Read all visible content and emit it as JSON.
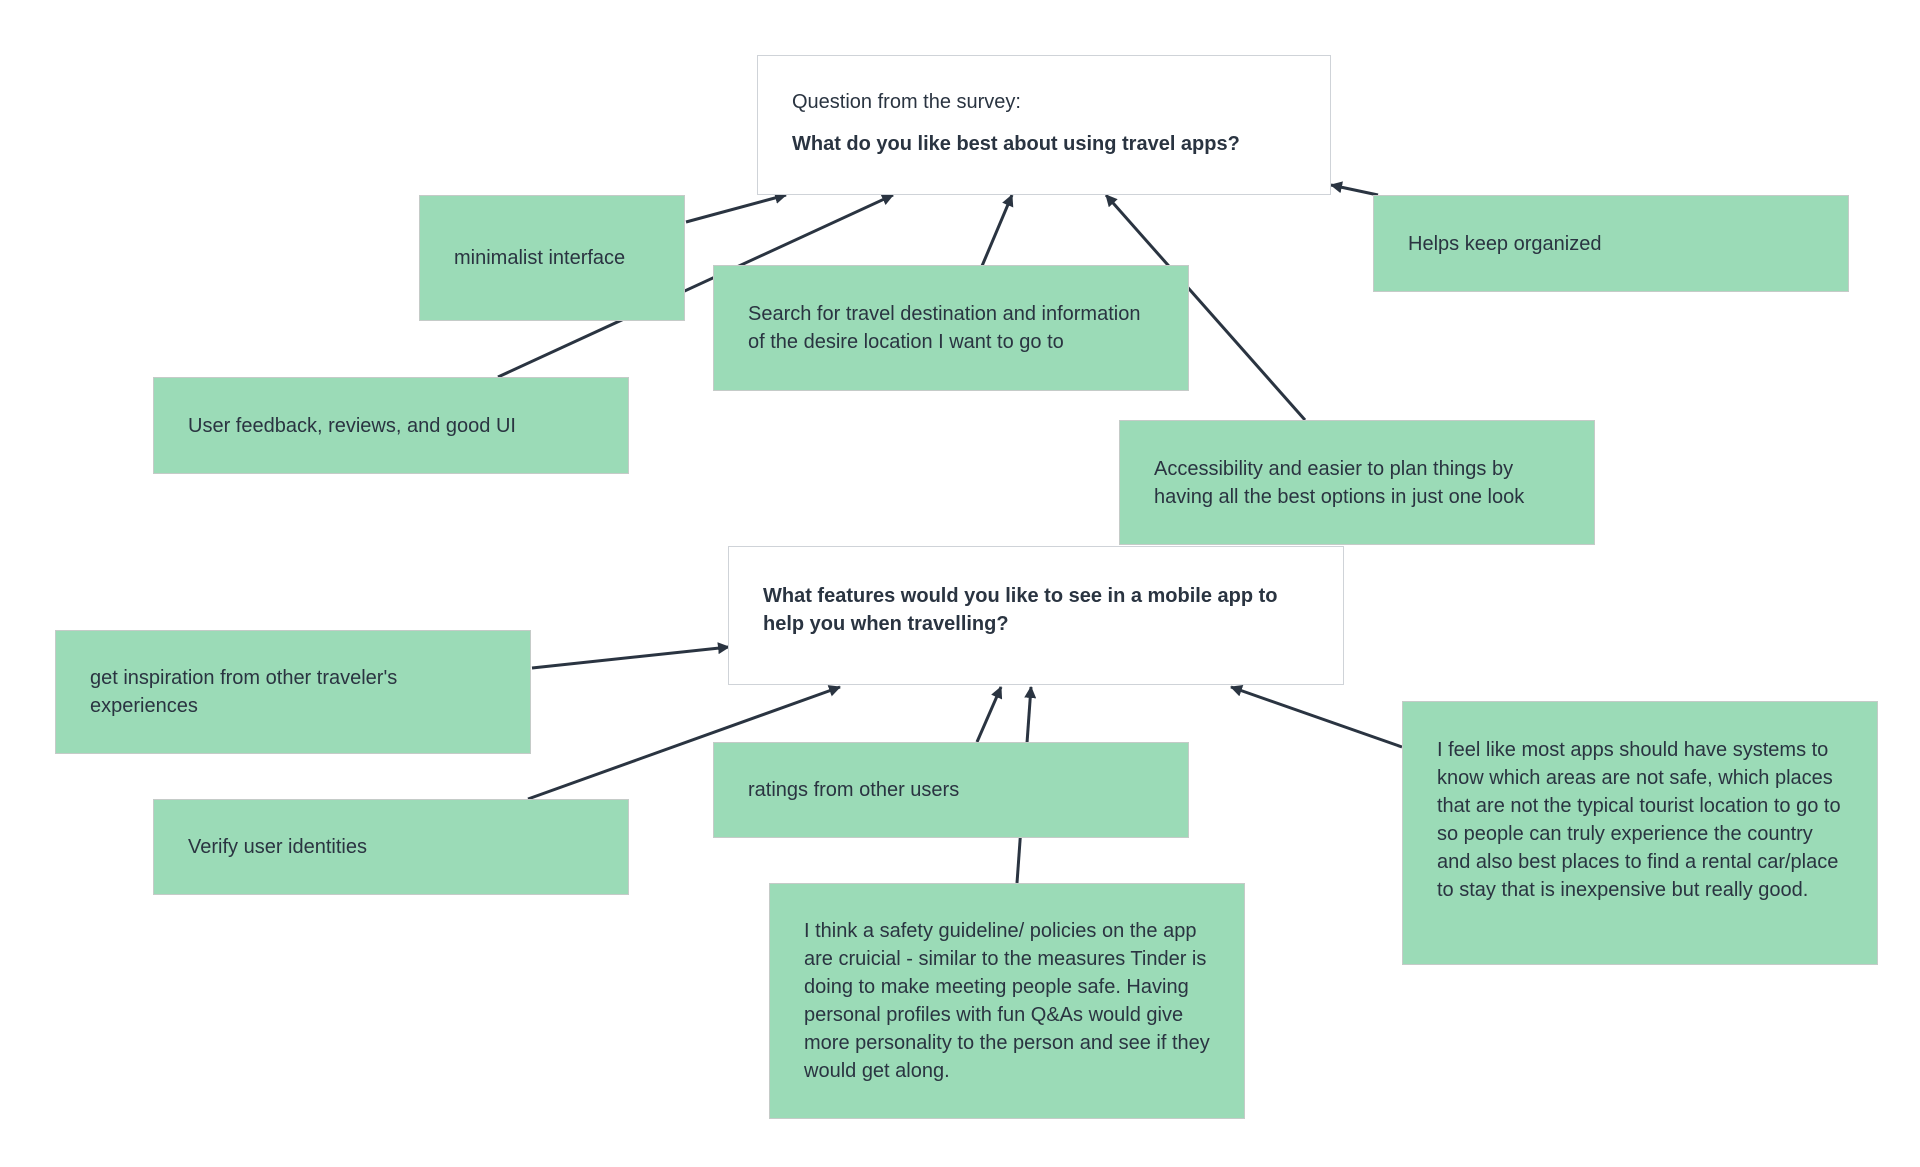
{
  "question_1": {
    "intro": "Question from the survey:",
    "text": "What do you like best about using travel apps?"
  },
  "question_2": {
    "text": "What features would you like to see in a mobile app to help you when travelling?"
  },
  "answers_1": [
    "minimalist interface",
    "User feedback, reviews, and good UI",
    "Search for travel destination and information of the desire location I want to go to",
    "Accessibility and easier to plan things by having all the best options in just one look",
    "Helps keep organized"
  ],
  "answers_2": [
    "get inspiration from other traveler's experiences",
    "Verify user identities",
    "ratings from other users",
    "I think a safety guideline/ policies on the app are cruicial - similar to the measures Tinder is doing to make meeting people safe. Having personal profiles with fun Q&As would give more personality to the person and see if they would get along.",
    "I feel like most apps should have systems to know which areas are not safe, which places that are not the typical tourist location to go to so people can truly experience the country and also best places to find a rental car/place to stay that is inexpensive but really good."
  ],
  "colors": {
    "note_fill": "#9bdbb7",
    "arrow": "#2a3441",
    "question_border": "#cfd3d8"
  }
}
